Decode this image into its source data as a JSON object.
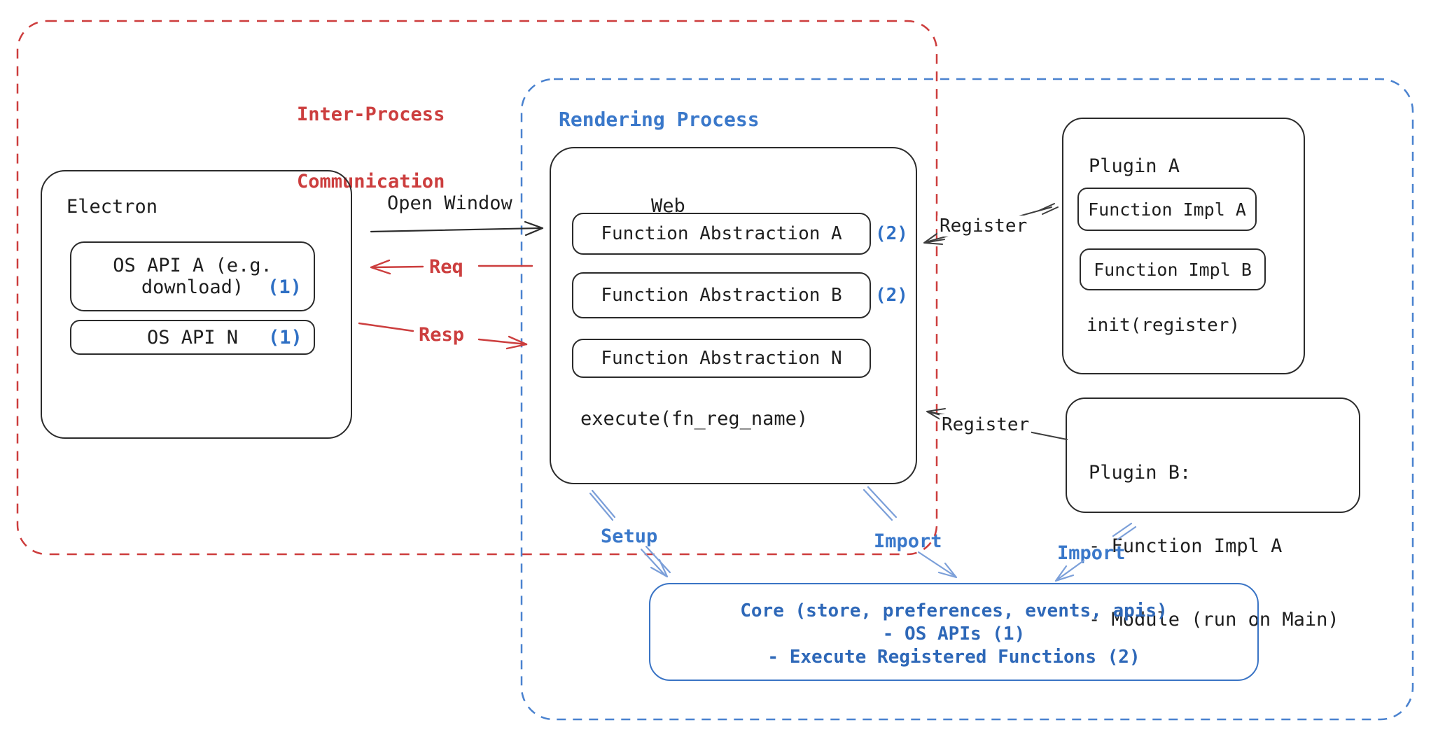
{
  "colors": {
    "red": "#cc3e3e",
    "blue_label": "#3a78ca",
    "badge_blue": "#2e6fc4",
    "core_blue": "#2e68b8",
    "arrow_light_blue": "#7b9fd9",
    "ink": "#2b2b2b"
  },
  "frames": {
    "ipc": {
      "label_line1": "Inter-Process",
      "label_line2": "Communication"
    },
    "rendering": {
      "label": "Rendering Process"
    }
  },
  "electron": {
    "title": "Electron",
    "os_api_a": {
      "line1": "OS API A (e.g.",
      "line2": "download)",
      "badge": "(1)"
    },
    "os_api_n": {
      "label": "OS API N",
      "badge": "(1)"
    }
  },
  "web": {
    "title": "Web",
    "abstractions": [
      {
        "label": "Function Abstraction A",
        "badge": "(2)"
      },
      {
        "label": "Function Abstraction B",
        "badge": "(2)"
      },
      {
        "label": "Function Abstraction N",
        "badge": ""
      }
    ],
    "execute": "execute(fn_reg_name)"
  },
  "plugin_a": {
    "title": "Plugin A",
    "impl_a": "Function Impl A",
    "impl_b": "Function Impl B",
    "init": "init(register)"
  },
  "plugin_b": {
    "line1": "Plugin B:",
    "line2": "- Function Impl A",
    "line3": "- Module (run on Main)"
  },
  "core": {
    "line1": "Core (store, preferences, events, apis)",
    "line2": "- OS APIs (1)",
    "line3": "- Execute Registered Functions (2)"
  },
  "arrows": {
    "open_window": "Open Window",
    "req": "Req",
    "resp": "Resp",
    "register_a": "Register",
    "register_b": "Register",
    "setup": "Setup",
    "import_web": "Import",
    "import_plugin": "Import"
  }
}
